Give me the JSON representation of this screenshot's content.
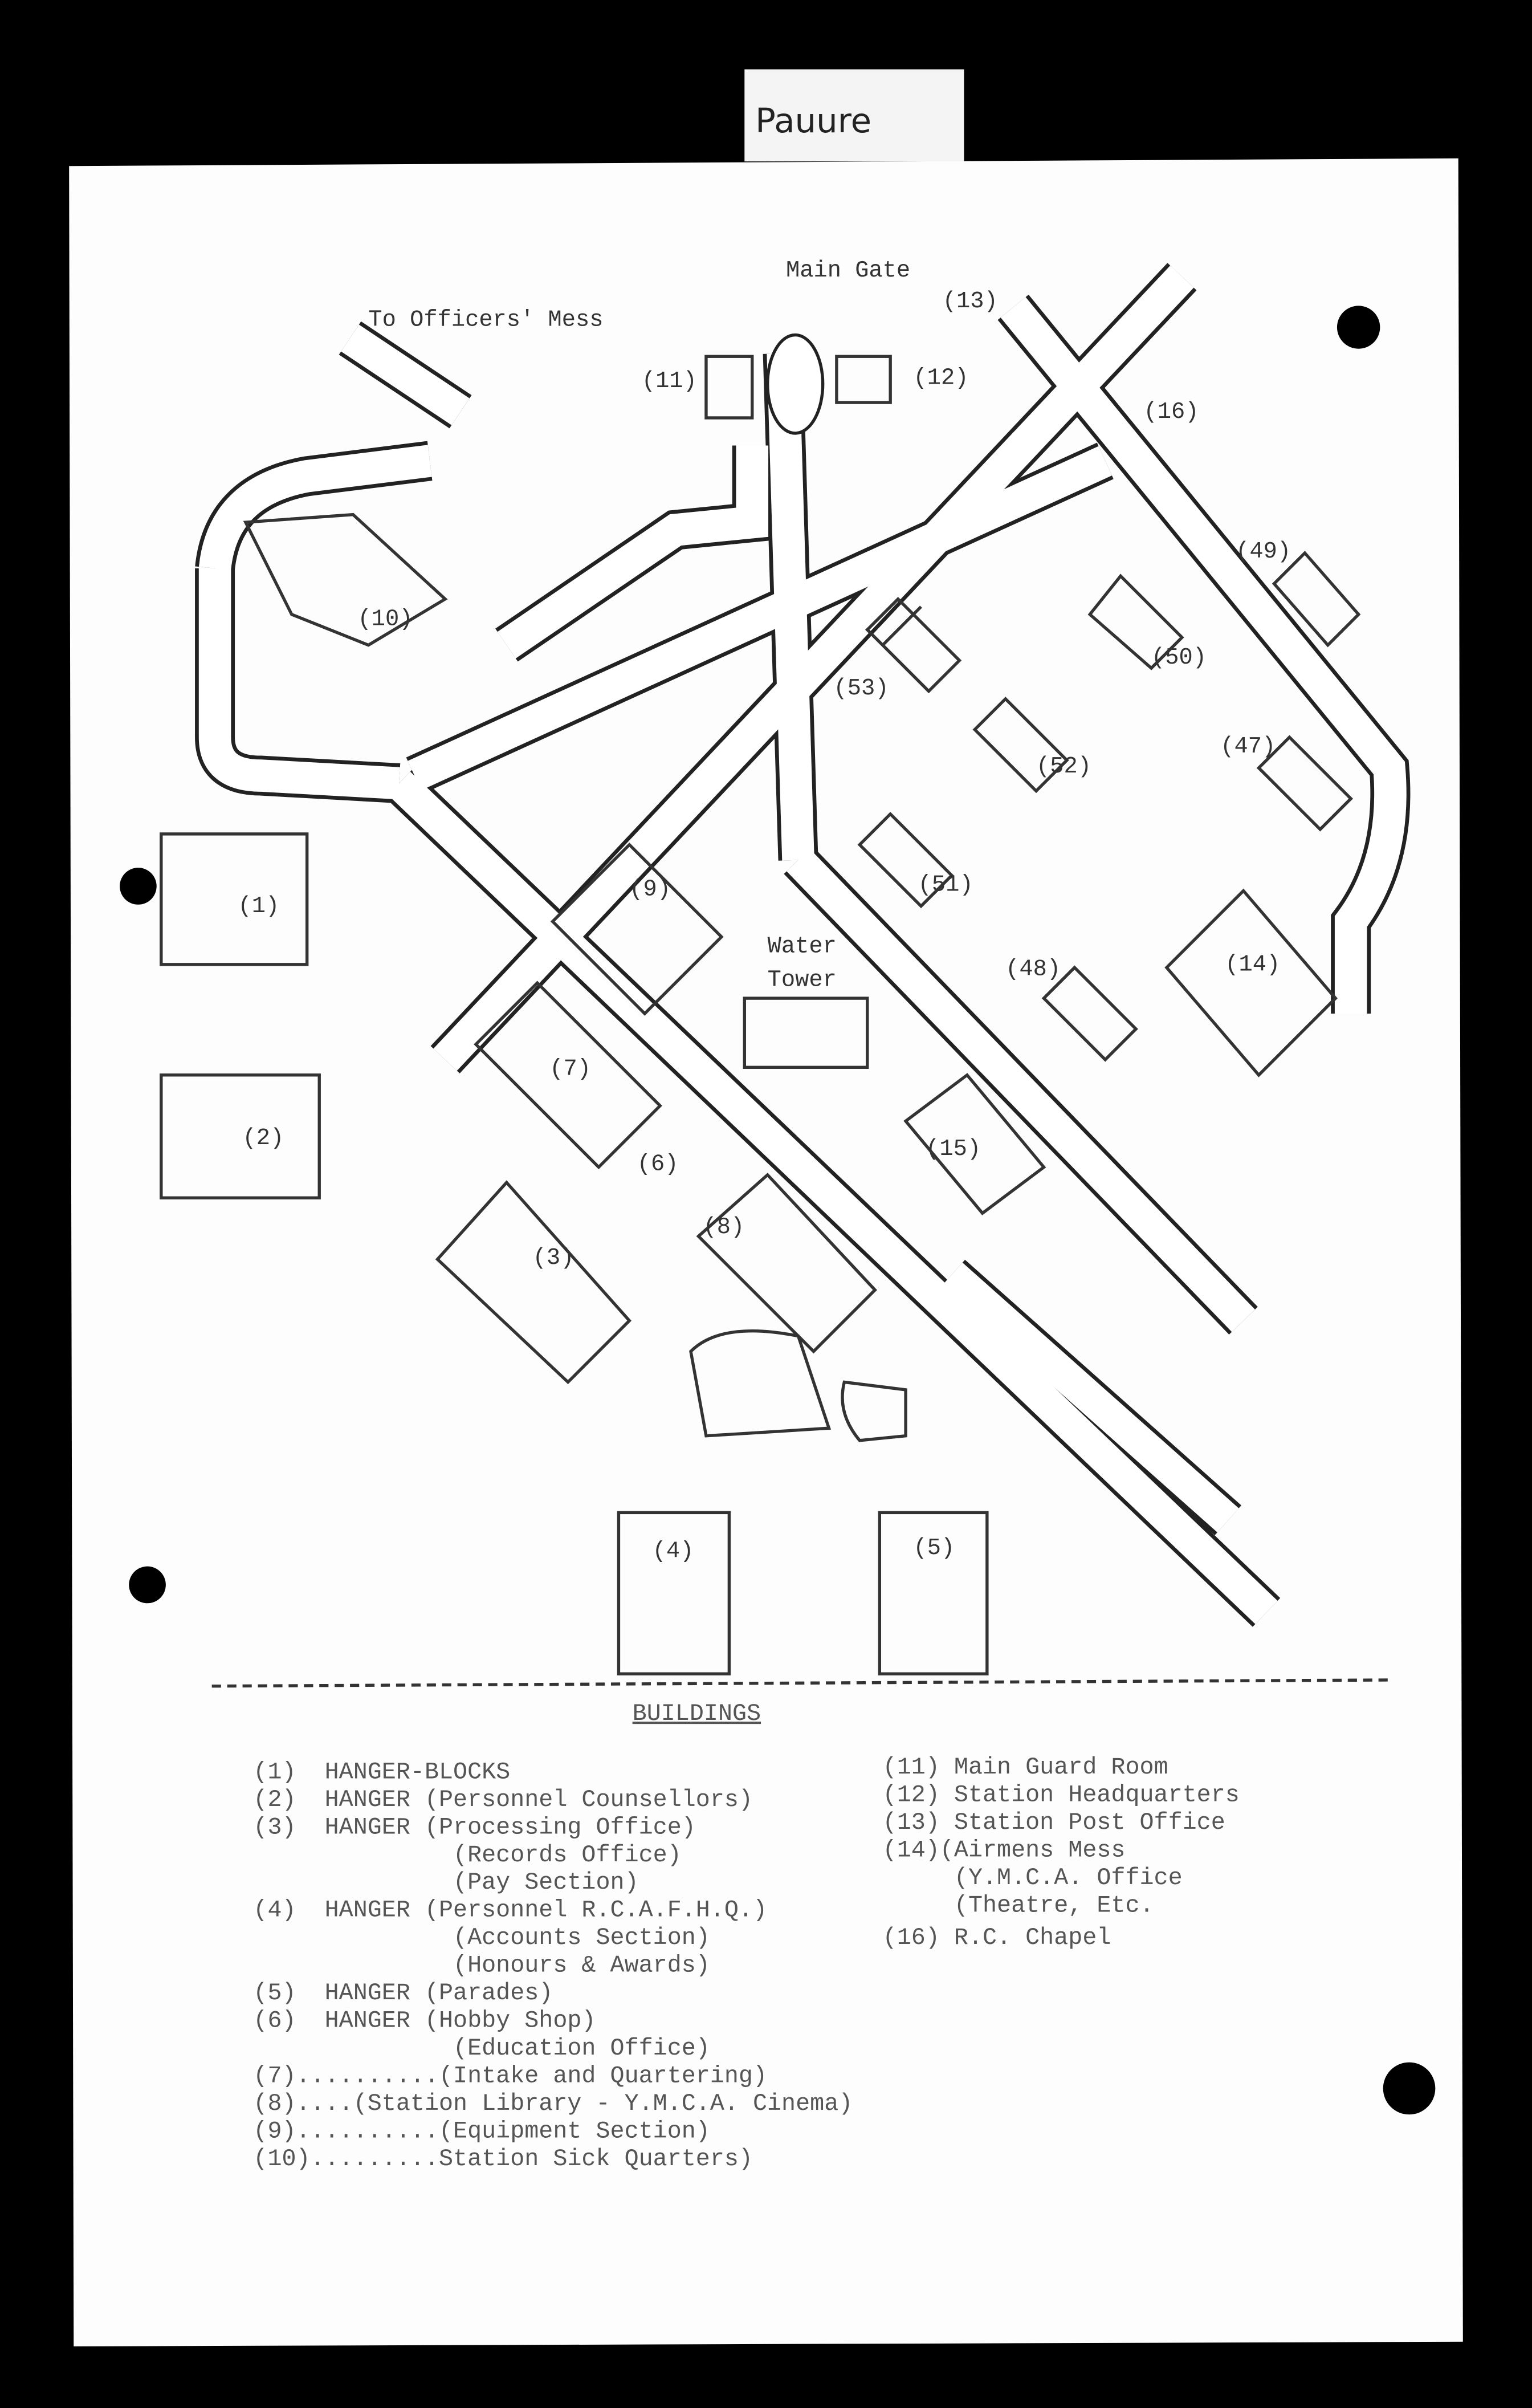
{
  "tag": "Pauure",
  "map": {
    "to_officers_mess": "To Officers' Mess",
    "main_gate": "Main Gate",
    "labels": {
      "b1": "(1)",
      "b2": "(2)",
      "b4": "(4)",
      "b5": "(5)",
      "b3": "(3)",
      "b6": "(6)",
      "b7": "(7)",
      "b8": "(8)",
      "b9": "(9)",
      "b10": "(10)",
      "b11": "(11)",
      "b12": "(12)",
      "b13": "(13)",
      "b14": "(14)",
      "b15": "(15)",
      "b16": "(16)",
      "b47": "(47)",
      "b48": "(48)",
      "b49": "(49)",
      "b50": "(50)",
      "b51": "(51)",
      "b52": "(52)",
      "b53": "(53)",
      "water_tower_1": "Water",
      "water_tower_2": "Tower"
    }
  },
  "legend": {
    "title": "BUILDINGS",
    "left": [
      "(1)  HANGER-BLOCKS",
      "(2)  HANGER (Personnel Counsellors)",
      "(3)  HANGER (Processing Office)",
      "              (Records Office)",
      "              (Pay Section)",
      "(4)  HANGER (Personnel R.C.A.F.H.Q.)",
      "              (Accounts Section)",
      "              (Honours & Awards)",
      "(5)  HANGER (Parades)",
      "(6)  HANGER (Hobby Shop)",
      "              (Education Office)",
      "(7)..........(Intake and Quartering)",
      "(8)....(Station Library - Y.M.C.A. Cinema)",
      "(9)..........(Equipment Section)",
      "(10).........Station Sick Quarters)"
    ],
    "right": [
      "(11) Main Guard Room",
      "(12) Station Headquarters",
      "(13) Station Post Office",
      "(14)(Airmens Mess",
      "     (Y.M.C.A. Office",
      "     (Theatre, Etc.",
      "(16) R.C. Chapel"
    ]
  }
}
